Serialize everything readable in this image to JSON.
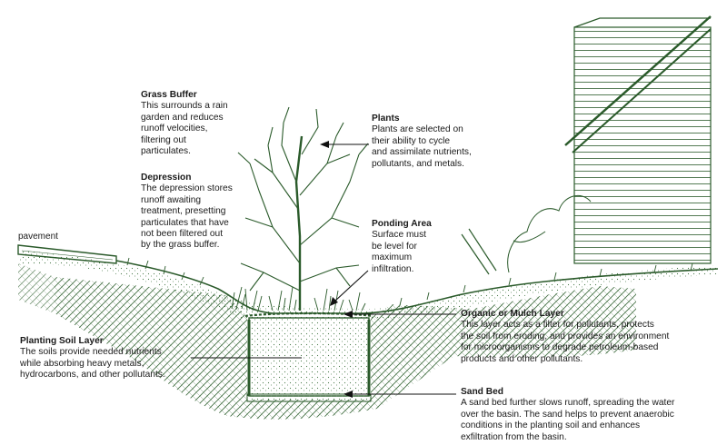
{
  "labels": {
    "pavement": "pavement",
    "grass_buffer": {
      "title": "Grass Buffer",
      "desc": "This surrounds a rain\ngarden and reduces\nrunoff velocities,\nfiltering out\nparticulates."
    },
    "depression": {
      "title": "Depression",
      "desc": "The depression stores\nrunoff awaiting\ntreatment, presetting\nparticulates that have\nnot been filtered out\nby the grass buffer."
    },
    "plants": {
      "title": "Plants",
      "desc": "Plants are selected on\ntheir ability to cycle\nand assimilate nutrients,\npollutants, and metals."
    },
    "ponding_area": {
      "title": "Ponding Area",
      "desc": "Surface must\nbe level for\nmaximum\ninfiltration."
    },
    "organic_layer": {
      "title": "Organic or Mulch Layer",
      "desc": "This layer acts as a filter for pollutants, protects\nthe soil from eroding, and provides an environment\nfor microorganisms to degrade petroleum-based\nproducts and other pollutants."
    },
    "planting_soil": {
      "title": "Planting Soil Layer",
      "desc": "The soils provide needed nutrients\nwhile absorbing heavy metals,\nhydrocarbons, and other pollutants."
    },
    "sand_bed": {
      "title": "Sand Bed",
      "desc": "A sand bed further slows runoff, spreading the water\nover the basin. The sand helps to prevent anaerobic\nconditions in the planting soil and enhances\nexfiltration from the basin."
    }
  },
  "colors": {
    "ink": "#2a5a2a",
    "text": "#1a1a1a",
    "leader": "#111111"
  }
}
